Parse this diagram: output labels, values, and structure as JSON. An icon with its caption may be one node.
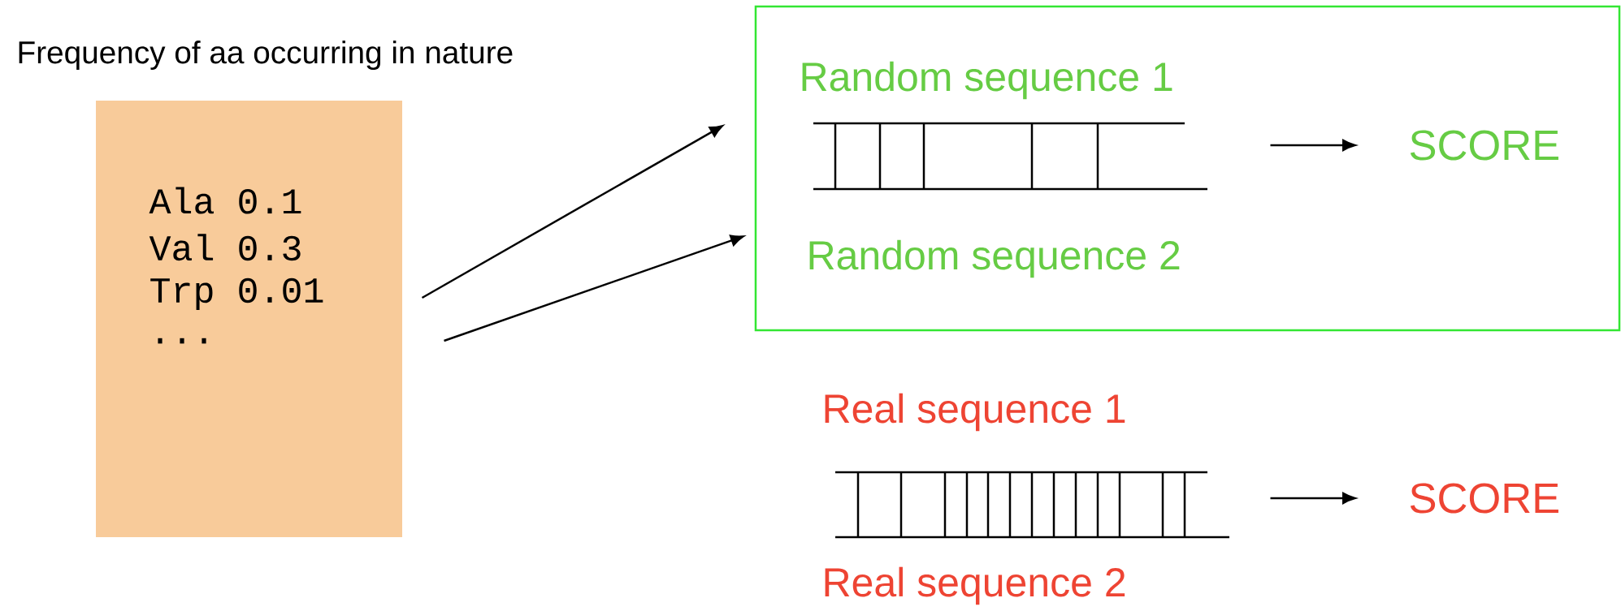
{
  "diagram": {
    "nodes": [
      {
        "text": [
          "Frequency of aa occurring in nature",
          "Ala 0.1",
          "Val 0.3",
          "Trp 0.01",
          "..."
        ]
      },
      {
        "text": [],
        "shape": "box"
      },
      {
        "text": [
          "Random sequence 1",
          "Random sequence 2"
        ],
        "in": 1
      },
      {
        "text": [
          "SCORE"
        ],
        "in": 1
      },
      {
        "text": [
          "Real sequence 1",
          "Real sequence 2"
        ]
      },
      {
        "text": [
          "SCORE"
        ]
      }
    ],
    "edges": [
      {
        "from": 0,
        "to": 1,
        "arrow": "to"
      },
      {
        "from": 0,
        "to": 1,
        "arrow": "to"
      },
      {
        "from": 2,
        "to": 3,
        "arrow": "to"
      },
      {
        "from": 4,
        "to": 5,
        "arrow": "to"
      }
    ]
  }
}
